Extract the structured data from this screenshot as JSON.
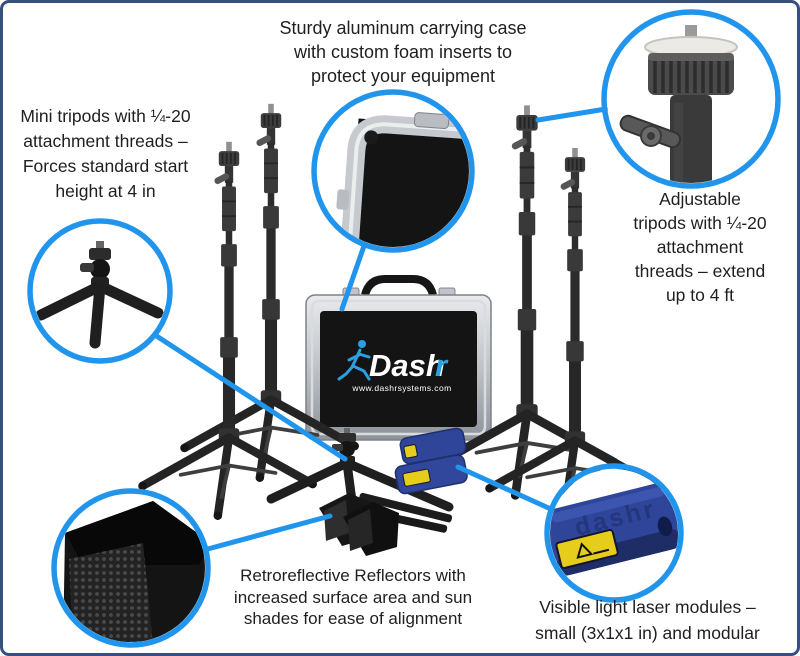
{
  "page": {
    "background": "#ffffff",
    "border_color": "#35507d"
  },
  "colors": {
    "callout_blue": "#2195ec",
    "laser_body_blue": "#2e459a",
    "logo_blue": "#2b9fe0",
    "warning_label_yellow": "#e6cd1c",
    "case_panel_black": "#141414"
  },
  "brand": {
    "name_main": "Dash",
    "name_accent": "r",
    "website": "www.dashrsystems.com",
    "embossed_text": "dashr"
  },
  "annotations": {
    "carrying_case": {
      "lines": [
        "Sturdy aluminum carrying case",
        "with custom foam inserts to",
        "protect your equipment"
      ]
    },
    "mini_tripods": {
      "lines": [
        "Mini tripods with ¼-20",
        "attachment threads –",
        "Forces standard start",
        "height at 4 in"
      ]
    },
    "adjustable_tripods": {
      "lines": [
        "Adjustable",
        "tripods with ¼-20",
        "attachment",
        "threads – extend",
        "up to 4 ft"
      ]
    },
    "reflectors": {
      "lines": [
        "Retroreflective Reflectors with",
        "increased surface area and sun",
        "shades for ease of alignment"
      ]
    },
    "lasers": {
      "lines": [
        "Visible light laser modules –",
        "small (3x1x1 in) and modular"
      ]
    }
  }
}
